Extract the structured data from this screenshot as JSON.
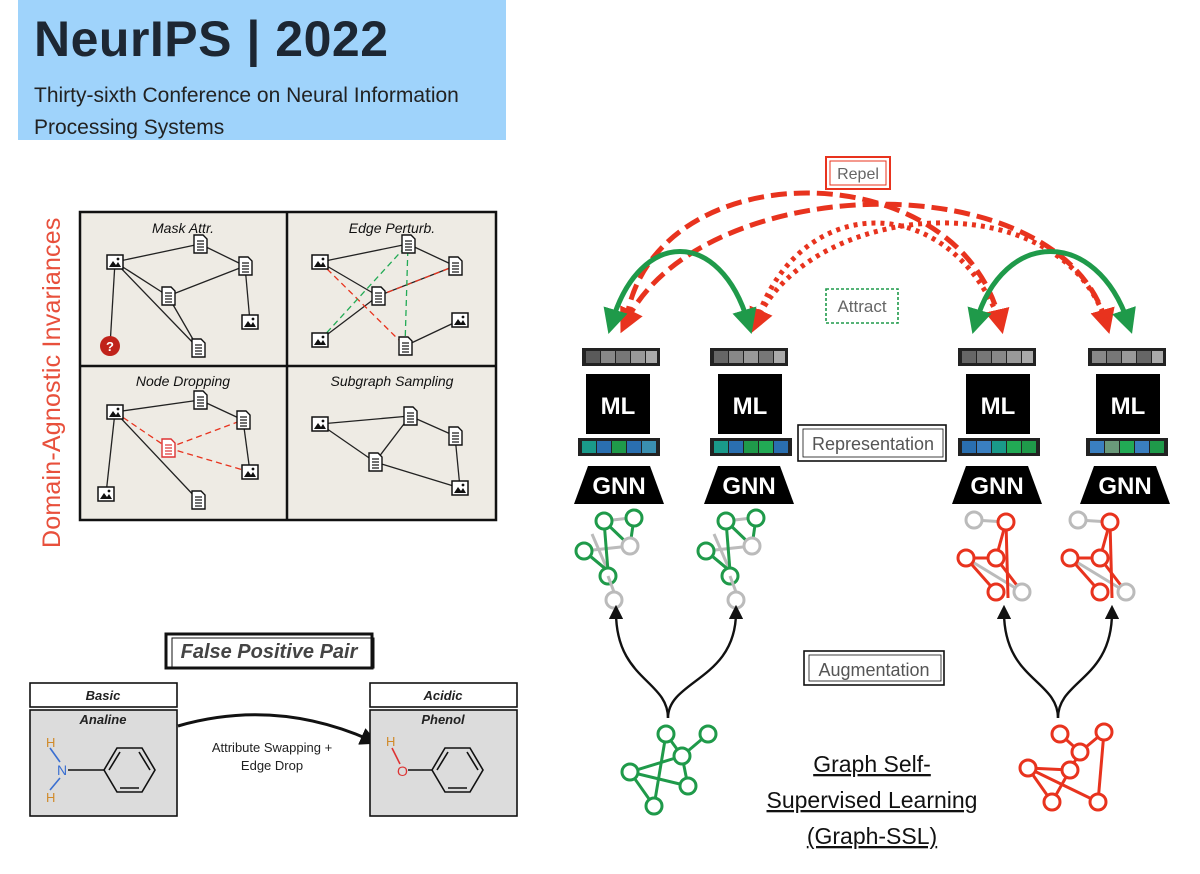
{
  "header": {
    "title": "NeurIPS | 2022",
    "subtitle": "Thirty-sixth Conference on Neural Information Processing Systems",
    "background": "#9fd3fb"
  },
  "invariances": {
    "side_label": "Domain-Agnostic Invariances",
    "panels": [
      "Mask Attr.",
      "Edge Perturb.",
      "Node Dropping",
      "Subgraph Sampling"
    ],
    "mask_marker": "?"
  },
  "false_positive": {
    "title": "False Positive Pair",
    "left": {
      "tag": "Basic",
      "molecule": "Analine",
      "atoms": [
        "H",
        "N",
        "H"
      ]
    },
    "right": {
      "tag": "Acidic",
      "molecule": "Phenol",
      "atoms": [
        "H",
        "O"
      ]
    },
    "arrow_label_line1": "Attribute Swapping +",
    "arrow_label_line2": "Edge Drop"
  },
  "ssl": {
    "repel_label": "Repel",
    "attract_label": "Attract",
    "representation_label": "Representation",
    "augmentation_label": "Augmentation",
    "ml_label": "ML",
    "gnn_label": "GNN",
    "caption_line1": "Graph Self-",
    "caption_line2": "Supervised Learning",
    "caption_line3": "(Graph-SSL)"
  },
  "colors": {
    "repel": "#e8331e",
    "attract": "#1f9a4a",
    "green_graph": "#1f9a4a",
    "red_graph": "#e8331e",
    "side_label": "#e8503c"
  },
  "icons": [
    "image-node-icon",
    "document-node-icon",
    "question-mark-icon"
  ]
}
